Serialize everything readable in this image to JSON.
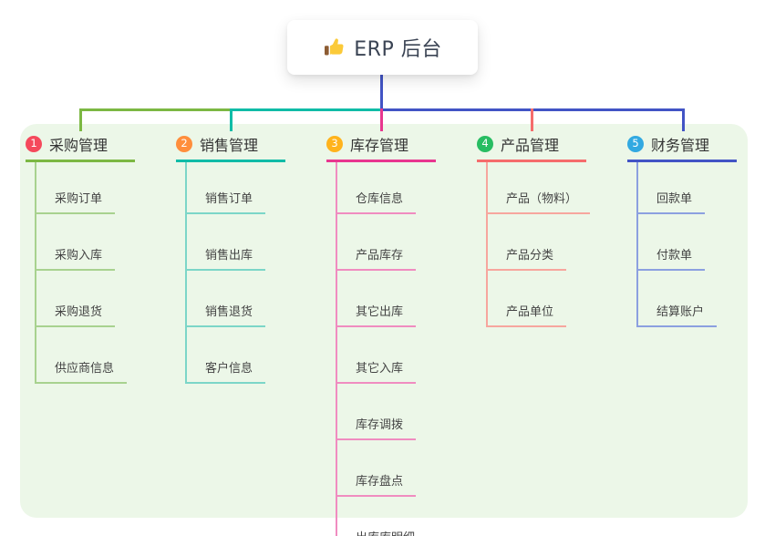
{
  "root": {
    "icon": "thumbs-up-icon",
    "label": "ERP 后台",
    "icon_color": "#fbca39",
    "icon_cuff_color": "#8d5c33"
  },
  "panel": {
    "background": "#ecf7e8"
  },
  "connector": {
    "stem_color": "#4254c5"
  },
  "theme": {
    "title_text_color": "#333333",
    "item_text_color": "#444444"
  },
  "branches": [
    {
      "number": "1",
      "title": "采购管理",
      "badge_color": "#f5495c",
      "line_color": "#7cb843",
      "sub_line_color": "#a8d28f",
      "items": [
        "采购订单",
        "采购入库",
        "采购退货",
        "供应商信息"
      ]
    },
    {
      "number": "2",
      "title": "销售管理",
      "badge_color": "#ff8e3c",
      "line_color": "#10bca7",
      "sub_line_color": "#7cd6c8",
      "items": [
        "销售订单",
        "销售出库",
        "销售退货",
        "客户信息"
      ]
    },
    {
      "number": "3",
      "title": "库存管理",
      "badge_color": "#ffb31c",
      "line_color": "#e8368f",
      "sub_line_color": "#f08cc0",
      "items": [
        "仓库信息",
        "产品库存",
        "其它出库",
        "其它入库",
        "库存调拨",
        "库存盘点",
        "出库库明细"
      ]
    },
    {
      "number": "4",
      "title": "产品管理",
      "badge_color": "#27bd62",
      "line_color": "#f56c6c",
      "sub_line_color": "#f7a69e",
      "items": [
        "产品（物料）",
        "产品分类",
        "产品单位"
      ]
    },
    {
      "number": "5",
      "title": "财务管理",
      "badge_color": "#32a9e1",
      "line_color": "#4254c5",
      "sub_line_color": "#8ca0e0",
      "items": [
        "回款单",
        "付款单",
        "结算账户"
      ]
    }
  ]
}
